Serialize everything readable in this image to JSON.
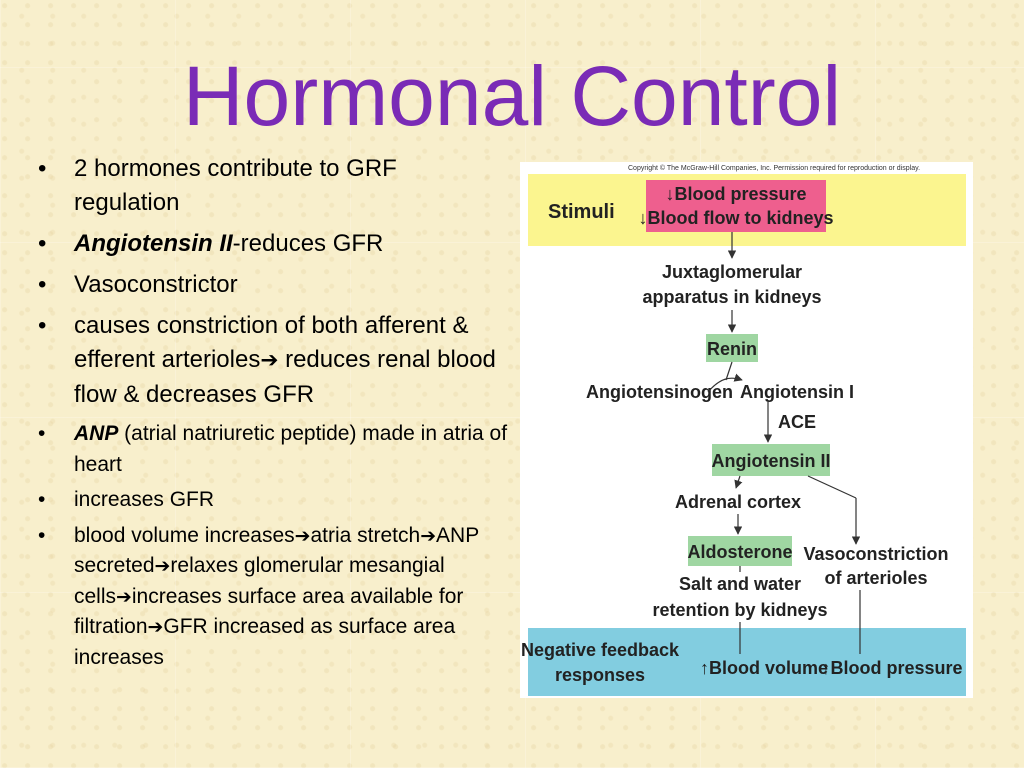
{
  "slide": {
    "title": "Hormonal Control",
    "bullets": [
      {
        "text": "2 hormones contribute to GRF regulation"
      },
      {
        "em": "Angiotensin II",
        "text": "-reduces GFR"
      },
      {
        "text": "Vasoconstrictor"
      },
      {
        "text": "causes constriction of both afferent & efferent arterioles",
        "arrow": "➔",
        "tail": "reduces renal blood flow & decreases GFR"
      },
      {
        "em": "ANP",
        "text": " (atrial natriuretic peptide) made in atria of  heart"
      },
      {
        "text": "increases GFR"
      },
      {
        "parts": [
          "blood volume increases",
          "atria stretch",
          "ANP secreted",
          "relaxes glomerular mesangial cells",
          "increases surface area available for filtration",
          "GFR increased as surface area increases"
        ],
        "arrow": "➔"
      }
    ]
  },
  "diagram": {
    "copyright": "Copyright © The McGraw-Hill Companies, Inc. Permission required for reproduction or display.",
    "stimuli_label": "Stimuli",
    "stimuli_box": [
      "↓Blood pressure",
      "↓Blood flow to kidneys"
    ],
    "juxtaglomerular": [
      "Juxtaglomerular",
      "apparatus in kidneys"
    ],
    "renin": "Renin",
    "angiotensinogen": "Angiotensinogen",
    "angiotensin_i": "Angiotensin I",
    "ace": "ACE",
    "angiotensin_ii": "Angiotensin II",
    "adrenal_cortex": "Adrenal cortex",
    "aldosterone": "Aldosterone",
    "vasoconstriction": [
      "Vasoconstriction",
      "of arterioles"
    ],
    "salt_water": [
      "Salt and water",
      "retention by kidneys"
    ],
    "negative_feedback": [
      "Negative feedback",
      "responses"
    ],
    "blood_volume": "↑Blood volume",
    "blood_pressure": "↑Blood pressure",
    "colors": {
      "yellow_band": "#fbf58f",
      "pink_box": "#ee5f8e",
      "green_box": "#9fd6a2",
      "blue_band": "#82cde0",
      "title": "#7a2bb6"
    }
  }
}
